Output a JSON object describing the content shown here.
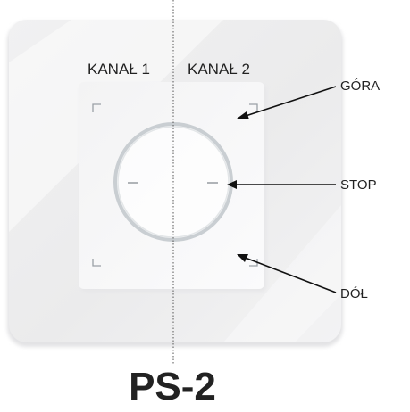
{
  "labels": {
    "channel_1": "KANAŁ 1",
    "channel_2": "KANAŁ 2",
    "up": "GÓRA",
    "stop": "STOP",
    "down": "DÓŁ",
    "model": "PS-2"
  },
  "colors": {
    "frame": "#eeeeef",
    "panel": "#f7f7f8",
    "ring": "#c9ced2",
    "text": "#222222",
    "arrow": "#111111",
    "divider": "#555555"
  }
}
